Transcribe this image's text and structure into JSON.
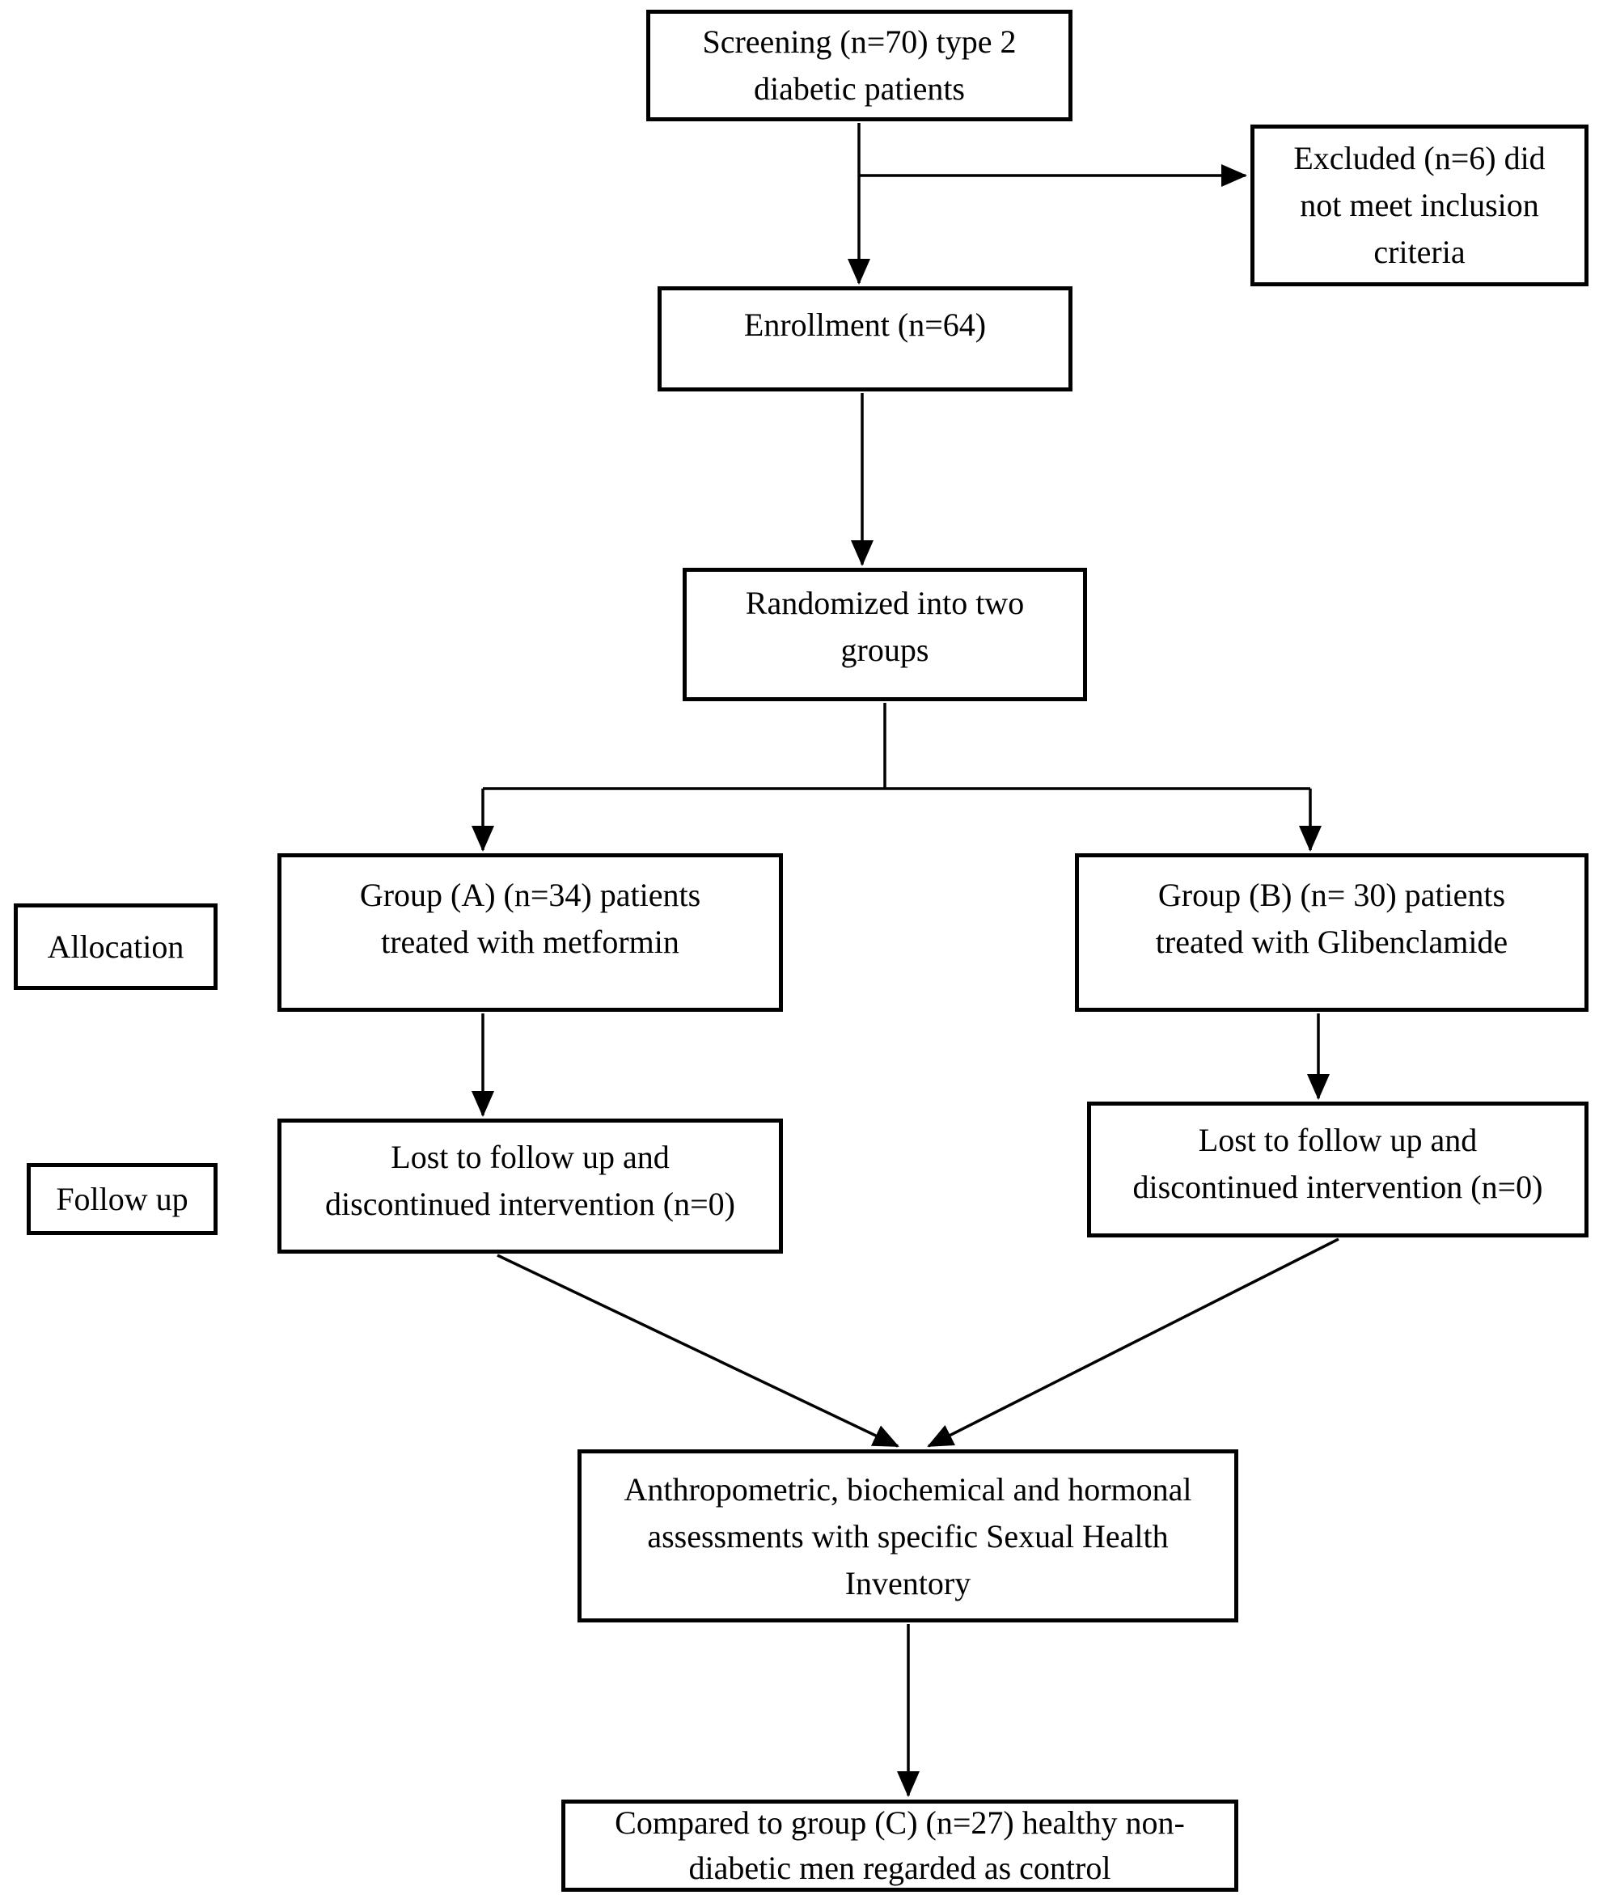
{
  "diagram": {
    "boxes": {
      "screening": {
        "text": "Screening (n=70) type 2\ndiabetic patients"
      },
      "excluded": {
        "text": "Excluded (n=6) did\nnot meet inclusion\ncriteria"
      },
      "enrollment": {
        "text": "Enrollment (n=64)"
      },
      "randomized": {
        "text": "Randomized into two\ngroups"
      },
      "group_a": {
        "text": "Group (A) (n=34) patients\ntreated with metformin"
      },
      "group_b": {
        "text": "Group (B) (n= 30) patients\ntreated with Glibenclamide"
      },
      "allocation": {
        "text": "Allocation"
      },
      "follow_up": {
        "text": "Follow up"
      },
      "lost_a": {
        "text": "Lost to follow up and\ndiscontinued intervention (n=0)"
      },
      "lost_b": {
        "text": "Lost to follow up and\ndiscontinued intervention (n=0)"
      },
      "assessments": {
        "text": "Anthropometric, biochemical and hormonal\nassessments with specific Sexual Health\nInventory"
      },
      "compared": {
        "text": "Compared to group (C) (n=27) healthy non-\ndiabetic men regarded as control"
      }
    },
    "colors": {
      "border": "#000000",
      "background": "#ffffff",
      "text": "#000000"
    }
  }
}
